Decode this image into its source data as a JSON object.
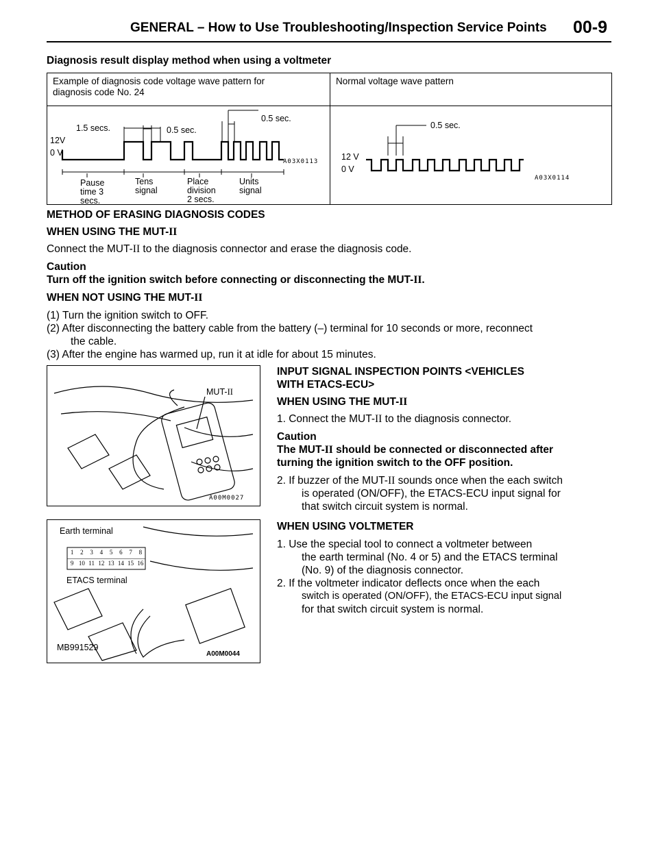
{
  "header": {
    "title_main": "GENERAL",
    "title_rest": " – How to Use Troubleshooting/Inspection Service Points",
    "page": "00-9"
  },
  "voltmeter_section": {
    "heading": "Diagnosis result display method when using a voltmeter",
    "left_header_line1": "Example of diagnosis code voltage wave pattern for",
    "left_header_line2": "diagnosis code No. 24",
    "right_header": "Normal voltage wave pattern",
    "left_wave": {
      "v_high": "12V",
      "v_low": "0 V",
      "t1": "1.5 secs.",
      "t2": "0.5 sec.",
      "t3": "0.5 sec.",
      "pause_l1": "Pause",
      "pause_l2": "time 3",
      "pause_l3": "secs.",
      "tens_l1": "Tens",
      "tens_l2": "signal",
      "place_l1": "Place",
      "place_l2": "division",
      "place_l3": "2 secs.",
      "units_l1": "Units",
      "units_l2": "signal",
      "code": "A03X0113"
    },
    "right_wave": {
      "v_high": "12 V",
      "v_low": "0 V",
      "t": "0.5 sec.",
      "code": "A03X0114"
    }
  },
  "erasing": {
    "heading": "METHOD OF ERASING DIAGNOSIS CODES",
    "sub1_pre": "WHEN USING THE MUT-",
    "roman": "II",
    "sub1_text_pre": "Connect the MUT-",
    "sub1_text_post": " to the diagnosis connector and erase the diagnosis code.",
    "caution_label": "Caution",
    "caution_pre": "Turn off the ignition switch before connecting or disconnecting the MUT-",
    "caution_post": ".",
    "sub2_pre": "WHEN NOT USING THE MUT-",
    "step1": "(1) Turn the ignition switch to OFF.",
    "step2a": "(2) After disconnecting the battery cable from the battery (–) terminal for 10 seconds or more, reconnect",
    "step2b": "the cable.",
    "step3": "(3) After the engine has warmed up, run it at idle for about 15 minutes."
  },
  "input_signal": {
    "heading1": "INPUT SIGNAL INSPECTION POINTS <VEHICLES",
    "heading2": "WITH ETACS-ECU>",
    "sub_pre": "WHEN USING THE MUT-",
    "s1_pre": "1.  Connect the MUT-",
    "s1_post": " to the diagnosis connector.",
    "caution_label": "Caution",
    "caution1_pre": "The MUT-",
    "caution1_post": " should be connected or disconnected after",
    "caution2": "turning the ignition switch to the OFF position.",
    "s2a_pre": "2.  If buzzer of the MUT-",
    "s2a_post": " sounds once when the each switch",
    "s2b": "is operated (ON/OFF), the ETACS-ECU input signal for",
    "s2c": "that switch circuit system is normal.",
    "volt_heading": "WHEN USING VOLTMETER",
    "v1a": "1.  Use the special  tool to connect a voltmeter between",
    "v1b": "the earth terminal (No. 4 or 5) and the ETACS terminal",
    "v1c": "(No. 9) of the diagnosis connector.",
    "v2a": "2.  If the voltmeter indicator deflects once when the each",
    "v2b": "switch is operated (ON/OFF), the ETACS-ECU input signal",
    "v2c": "for that switch circuit system is normal."
  },
  "figure1": {
    "label_pre": "MUT-",
    "code": "A00M0027"
  },
  "figure2": {
    "earth": "Earth terminal",
    "etacs": "ETACS  terminal",
    "tool": "MB991529",
    "code": "A00M0044",
    "pins_top": [
      "1",
      "2",
      "3",
      "4",
      "5",
      "6",
      "7",
      "8"
    ],
    "pins_bottom": [
      "9",
      "10",
      "11",
      "12",
      "13",
      "14",
      "15",
      "16"
    ]
  }
}
